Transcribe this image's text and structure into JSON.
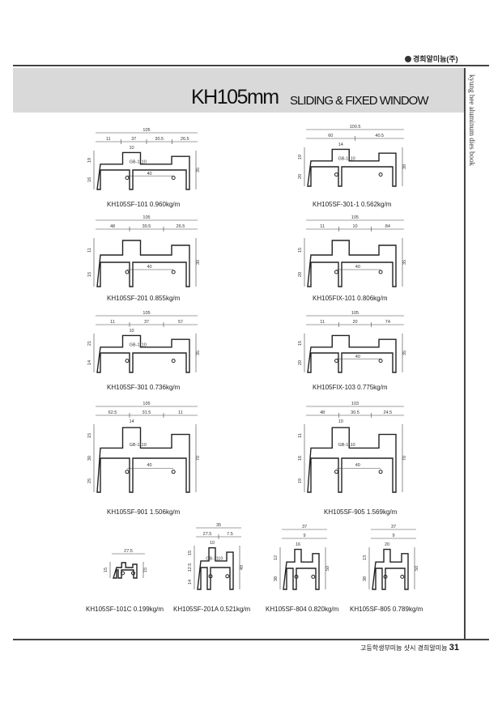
{
  "header": {
    "brand": "경희알미늄(주)",
    "title": "KH105mm",
    "subtitle": "SLIDING & FIXED WINDOW",
    "side_text": "kyung hee aluminum dies book"
  },
  "footer": {
    "text": "고등학생부미늄 샷시 경희알미늄",
    "page": "31"
  },
  "profiles": [
    {
      "code": "KH105SF-101",
      "weight": "0.960kg/m",
      "dims": {
        "top": "105",
        "segs": [
          "11",
          "37",
          "30.5",
          "26.5"
        ],
        "inner": "10",
        "base": "40",
        "left": [
          "19",
          "16"
        ],
        "right": "35",
        "tag": "GB-1110"
      }
    },
    {
      "code": "KH105SF-301-1",
      "weight": "0.562kg/m",
      "dims": {
        "top": "100.5",
        "segs": [
          "60",
          "40.5"
        ],
        "inner": "14",
        "left": [
          "19",
          "20"
        ],
        "right": "39",
        "tag": "GB-1110"
      }
    },
    {
      "code": "KH105SF-201",
      "weight": "0.855kg/m",
      "dims": {
        "top": "105",
        "segs": [
          "48",
          "30.5",
          "26.5"
        ],
        "base": "40",
        "left": [
          "11",
          "15"
        ],
        "right": "30"
      }
    },
    {
      "code": "KH105FIX-101",
      "weight": "0.806kg/m",
      "dims": {
        "top": "105",
        "segs": [
          "11",
          "10",
          "84"
        ],
        "base": "40",
        "left": [
          "15",
          "20"
        ],
        "right": "35"
      }
    },
    {
      "code": "KH105SF-301",
      "weight": "0.736kg/m",
      "dims": {
        "top": "105",
        "segs": [
          "11",
          "37",
          "57"
        ],
        "inner": "10",
        "left": [
          "21",
          "14"
        ],
        "right": "35",
        "tag": "GB-1110"
      }
    },
    {
      "code": "KH105FIX-103",
      "weight": "0.775kg/m",
      "dims": {
        "top": "105",
        "segs": [
          "11",
          "20",
          "74"
        ],
        "base": "40",
        "left": [
          "15",
          "20"
        ],
        "right": "35"
      }
    },
    {
      "code": "KH105SF-901",
      "weight": "1.506kg/m",
      "dims": {
        "top": "105",
        "segs": [
          "62.5",
          "31.5",
          "11"
        ],
        "inner": "14",
        "base": "40",
        "left": [
          "15",
          "30",
          "25"
        ],
        "right": "70",
        "tag": "GB-1110"
      }
    },
    {
      "code": "KH105SF-905",
      "weight": "1.569kg/m",
      "dims": {
        "top": "103",
        "segs": [
          "48",
          "30.5",
          "24.5"
        ],
        "inner": "10",
        "base": "40",
        "left": [
          "11",
          "16",
          "19"
        ],
        "right": "70",
        "tag": "GB-1110"
      }
    },
    {
      "code": "KH105SF-101C",
      "weight": "0.199kg/m",
      "dims": {
        "top": "27.5",
        "left": [
          "15"
        ],
        "right": "15"
      }
    },
    {
      "code": "KH105SF-201A",
      "weight": "0.521kg/m",
      "dims": {
        "top": "35",
        "segs": [
          "27.5",
          "7.5"
        ],
        "inner": "10",
        "left": [
          "15",
          "12.5",
          "14"
        ],
        "right": "49",
        "tag": "GB-1110"
      }
    },
    {
      "code": "KH105SF-804",
      "weight": "0.820kg/m",
      "dims": {
        "top": "37",
        "segs": [
          "9"
        ],
        "inner": "16",
        "left": [
          "12",
          "38"
        ],
        "right": "50"
      }
    },
    {
      "code": "KH105SF-805",
      "weight": "0.789kg/m",
      "dims": {
        "top": "37",
        "segs": [
          "9"
        ],
        "inner": "20",
        "left": [
          "13",
          "38"
        ],
        "right": "50"
      }
    }
  ]
}
